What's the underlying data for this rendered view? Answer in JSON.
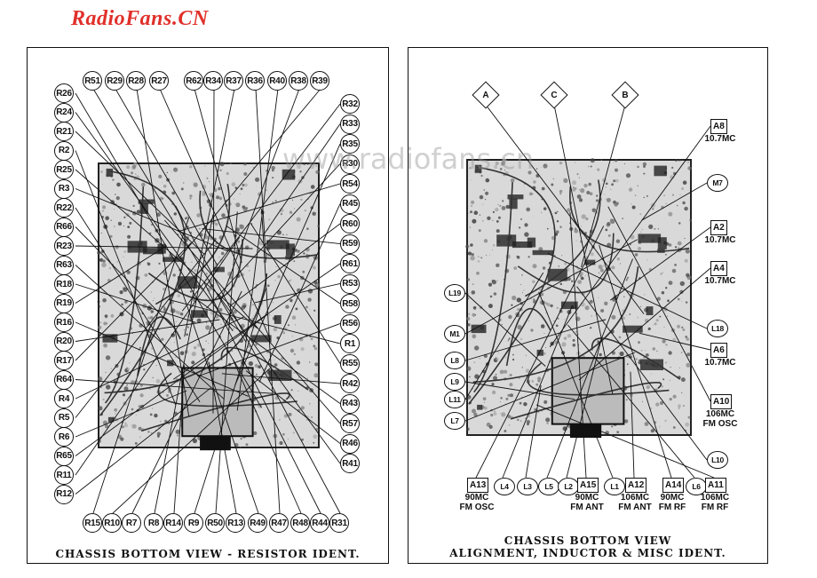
{
  "site": {
    "logo": "RadioFans.CN",
    "watermark": "www.radiofans.cn"
  },
  "left_panel": {
    "caption": "CHASSIS BOTTOM VIEW - RESISTOR IDENT.",
    "top_row": [
      "R51",
      "R29",
      "R28",
      "R27",
      "R62",
      "R34",
      "R37",
      "R36",
      "R40",
      "R38",
      "R39"
    ],
    "left_col": [
      "R26",
      "R24",
      "R21",
      "R2",
      "R25",
      "R3",
      "R22",
      "R66",
      "R23",
      "R63",
      "R18",
      "R19",
      "R16",
      "R20",
      "R17",
      "R64",
      "R4",
      "R5",
      "R6",
      "R65",
      "R11",
      "R12"
    ],
    "right_col": [
      "R32",
      "R33",
      "R35",
      "R30",
      "R54",
      "R45",
      "R60",
      "R59",
      "R61",
      "R53",
      "R58",
      "R56",
      "R1",
      "R55",
      "R42",
      "R43",
      "R57",
      "R46",
      "R41"
    ],
    "bottom_row": [
      "R15",
      "R10",
      "R7",
      "R8",
      "R14",
      "R9",
      "R50",
      "R13",
      "R49",
      "R47",
      "R48",
      "R44",
      "R31"
    ]
  },
  "right_panel": {
    "caption_line1": "CHASSIS BOTTOM VIEW",
    "caption_line2": "ALIGNMENT, INDUCTOR & MISC IDENT.",
    "diamonds": [
      "A",
      "C",
      "B"
    ],
    "right_labels": [
      {
        "box": "A8",
        "sub": "10.7MC"
      },
      {
        "circle": "M7"
      },
      {
        "box": "A2",
        "sub": "10.7MC"
      },
      {
        "box": "A4",
        "sub": "10.7MC"
      },
      {
        "circle": "L18"
      },
      {
        "box": "A6",
        "sub": "10.7MC"
      },
      {
        "box": "A10",
        "sub": "106MC\nFM OSC"
      },
      {
        "circle": "L10"
      }
    ],
    "left_labels": [
      "L19",
      "M1",
      "L8",
      "L9",
      "L11",
      "L7"
    ],
    "bottom": [
      {
        "box": "A13",
        "sub": "90MC\nFM OSC"
      },
      {
        "circle": "L4"
      },
      {
        "circle": "L3"
      },
      {
        "circle": "L5"
      },
      {
        "circle": "L2"
      },
      {
        "box": "A15",
        "sub": "90MC\nFM ANT"
      },
      {
        "circle": "L1"
      },
      {
        "box": "A12",
        "sub": "106MC\nFM ANT"
      },
      {
        "box": "A14",
        "sub": "90MC\nFM RF"
      },
      {
        "circle": "L6"
      },
      {
        "box": "A11",
        "sub": "106MC\nFM RF"
      }
    ]
  }
}
